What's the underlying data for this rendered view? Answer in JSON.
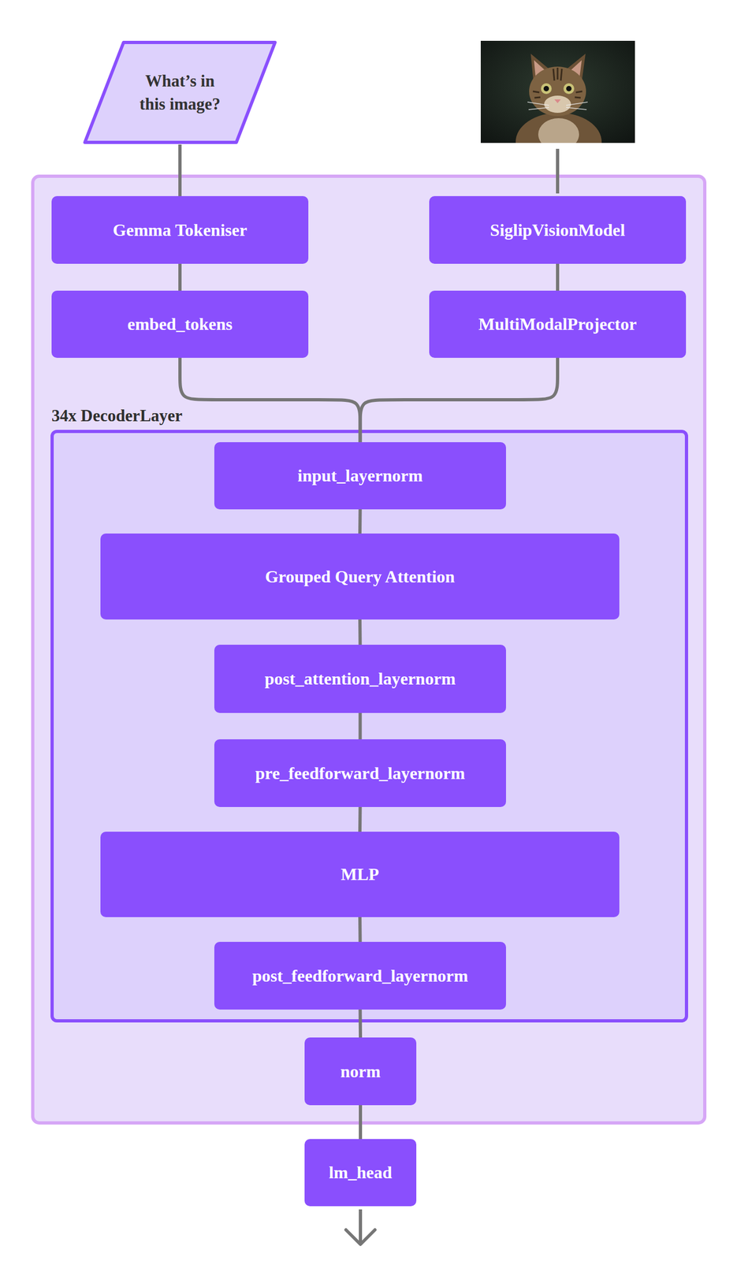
{
  "diagram": {
    "nodes": [
      {
        "text": [
          "What’s in this image?"
        ]
      },
      {
        "text": [
          "Gemma Tokeniser"
        ]
      },
      {
        "text": [
          "SiglipVisionModel"
        ]
      },
      {
        "text": [
          "embed_tokens"
        ]
      },
      {
        "text": [
          "MultiModalProjector"
        ]
      },
      {
        "text": [
          "34x DecoderLayer"
        ]
      },
      {
        "text": [
          "input_layernorm"
        ],
        "in": 5
      },
      {
        "text": [
          "Grouped Query Attention"
        ],
        "in": 5
      },
      {
        "text": [
          "post_attention_layernorm"
        ],
        "in": 5
      },
      {
        "text": [
          "pre_feedforward_layernorm"
        ],
        "in": 5
      },
      {
        "text": [
          "MLP"
        ],
        "in": 5
      },
      {
        "text": [
          "post_feedforward_layernorm"
        ],
        "in": 5
      },
      {
        "text": [
          "norm"
        ]
      },
      {
        "text": [
          "lm_head"
        ]
      }
    ],
    "edges": [
      {
        "from": 0,
        "to": 1,
        "arrow": "none"
      },
      {
        "from": 1,
        "to": 3,
        "arrow": "none"
      },
      {
        "from": 2,
        "to": 4,
        "arrow": "none"
      },
      {
        "from": 3,
        "to": 6,
        "arrow": "none"
      },
      {
        "from": 4,
        "to": 6,
        "arrow": "none"
      },
      {
        "from": 6,
        "to": 7,
        "arrow": "none"
      },
      {
        "from": 7,
        "to": 8,
        "arrow": "none"
      },
      {
        "from": 8,
        "to": 9,
        "arrow": "none"
      },
      {
        "from": 9,
        "to": 10,
        "arrow": "none"
      },
      {
        "from": 10,
        "to": 11,
        "arrow": "none"
      },
      {
        "from": 11,
        "to": 12,
        "arrow": "none"
      },
      {
        "from": 12,
        "to": 13,
        "arrow": "none"
      }
    ]
  }
}
